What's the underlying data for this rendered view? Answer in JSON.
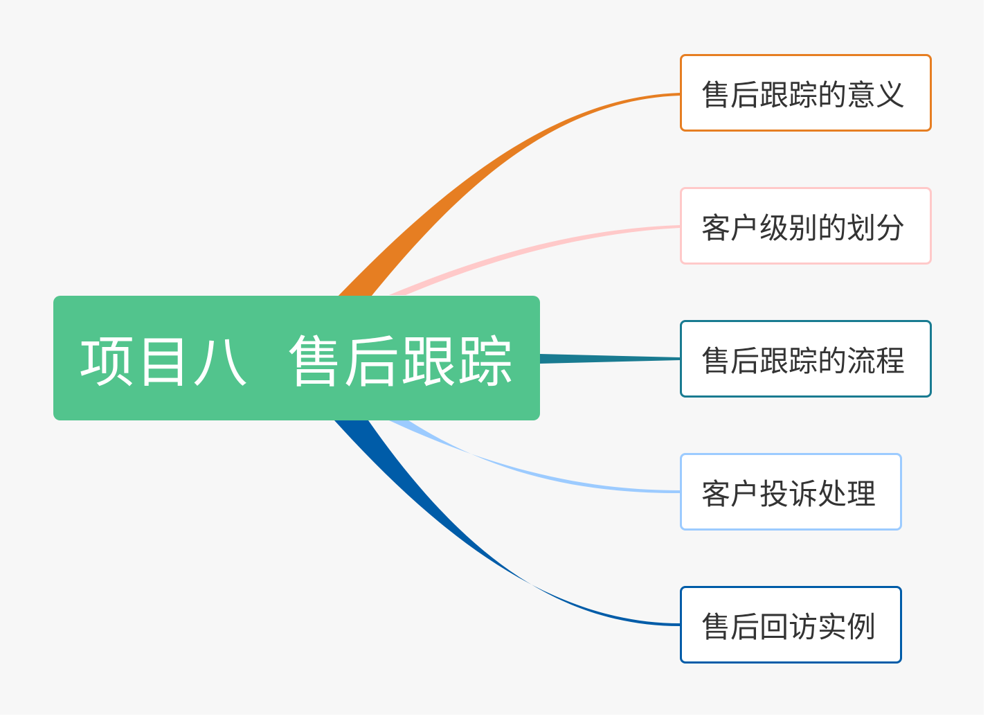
{
  "root": {
    "title": "项目八  售后跟踪",
    "color": "#52c48d"
  },
  "branches": [
    {
      "label": "售后跟踪的意义",
      "color": "#e67e22"
    },
    {
      "label": "客户级别的划分",
      "color": "#ffc9c9"
    },
    {
      "label": "售后跟踪的流程",
      "color": "#197b91"
    },
    {
      "label": "客户投诉处理",
      "color": "#9ccbff"
    },
    {
      "label": "售后回访实例",
      "color": "#005ca8"
    }
  ]
}
